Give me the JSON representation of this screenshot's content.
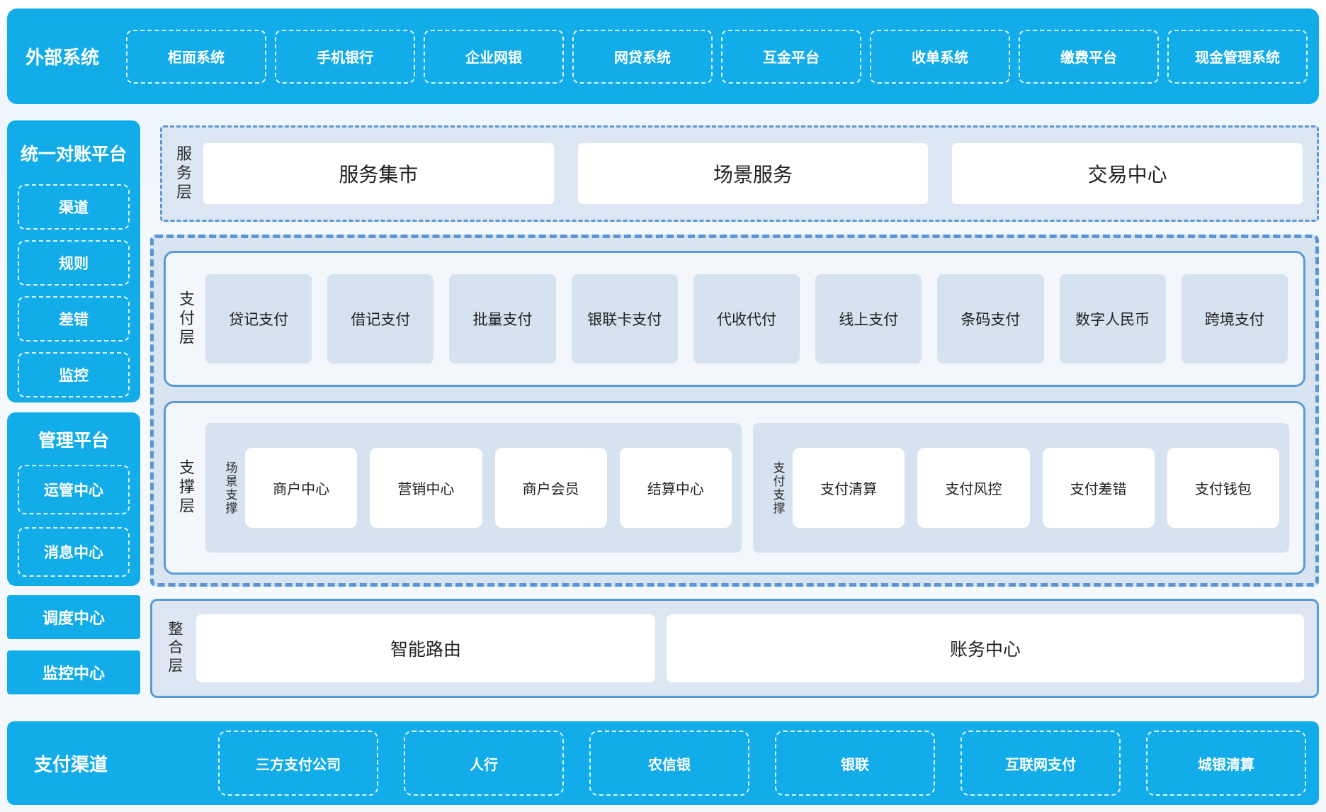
{
  "colors": {
    "brand": "#12ace8",
    "steel": "#5b9bd5",
    "border_dashed": "#5b96d2",
    "panel": "#dce7f3",
    "panel_strip": "#d9e4f1",
    "box_light": "#d6e2f0",
    "inner_bg": "#f3f7fc",
    "text_dark": "#212121"
  },
  "top_bar": {
    "title": "外部系统",
    "items": [
      "柜面系统",
      "手机银行",
      "企业网银",
      "网贷系统",
      "互金平台",
      "收单系统",
      "缴费平台",
      "现金管理系统"
    ]
  },
  "sidebar": {
    "recon": {
      "title": "统一对账平台",
      "items": [
        "渠道",
        "规则",
        "差错",
        "监控"
      ]
    },
    "mgmt": {
      "title": "管理平台",
      "items": [
        "运管中心",
        "消息中心"
      ]
    },
    "dispatch_center": "调度中心",
    "monitoring_center": "监控中心"
  },
  "service_layer": {
    "label": "服务层",
    "items": [
      "服务集市",
      "场景服务",
      "交易中心"
    ]
  },
  "payment_layer": {
    "label": "支付层",
    "items": [
      "贷记支付",
      "借记支付",
      "批量支付",
      "银联卡支付",
      "代收代付",
      "线上支付",
      "条码支付",
      "数字人民币",
      "跨境支付"
    ]
  },
  "support_layer": {
    "label": "支撑层",
    "groups": [
      {
        "label": "场景支撑",
        "items": [
          "商户中心",
          "营销中心",
          "商户会员",
          "结算中心"
        ]
      },
      {
        "label": "支付支撑",
        "items": [
          "支付清算",
          "支付风控",
          "支付差错",
          "支付钱包"
        ]
      }
    ]
  },
  "integration_layer": {
    "label": "整合层",
    "items": [
      "智能路由",
      "账务中心"
    ]
  },
  "bottom_bar": {
    "title": "支付渠道",
    "items": [
      "三方支付公司",
      "人行",
      "农信银",
      "银联",
      "互联网支付",
      "城银清算"
    ]
  }
}
